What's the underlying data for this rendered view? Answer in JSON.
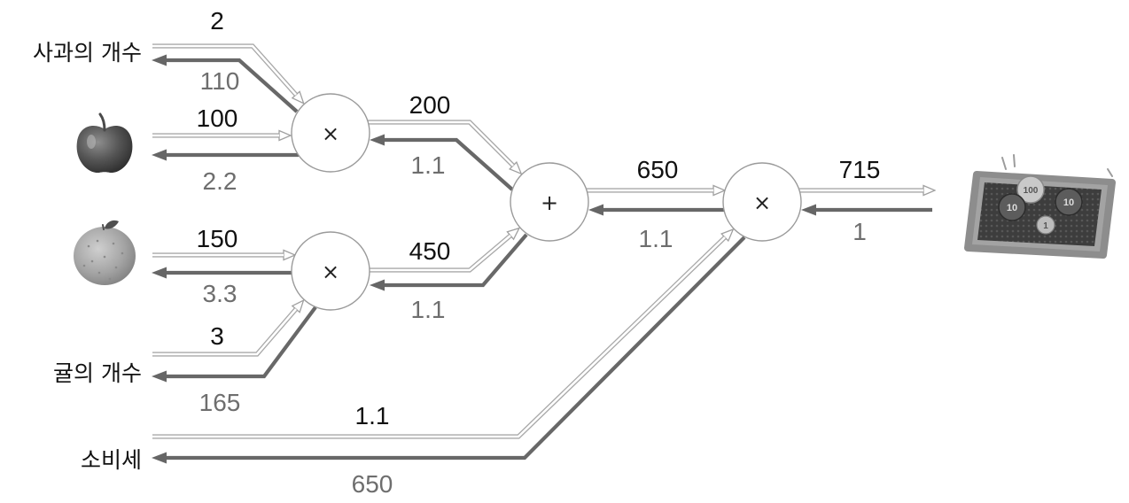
{
  "labels": {
    "apple_count": "사과의 개수",
    "orange_count": "귤의 개수",
    "tax": "소비세"
  },
  "nodes": {
    "apple_mul": "×",
    "orange_mul": "×",
    "add": "+",
    "tax_mul": "×"
  },
  "forward_values": {
    "apple_count": "2",
    "apple_price": "100",
    "orange_price": "150",
    "orange_count": "3",
    "apple_total": "200",
    "orange_total": "450",
    "sum": "650",
    "result": "715",
    "tax": "1.1"
  },
  "backward_values": {
    "apple_count": "110",
    "apple_price": "2.2",
    "orange_price": "3.3",
    "orange_count": "165",
    "apple_total": "1.1",
    "orange_total": "1.1",
    "sum": "1.1",
    "result": "1",
    "tax": "650"
  },
  "icons": {
    "apple": "apple-icon",
    "orange": "orange-icon",
    "payment": "coin-tray-icon"
  },
  "coins": [
    "100",
    "10",
    "10",
    "1"
  ],
  "colors": {
    "forward_line": "#a9a9a9",
    "backward_line": "#686868",
    "forward_value": "#111111",
    "backward_value": "#6e6e6e",
    "node_border": "#9a9a9a"
  }
}
